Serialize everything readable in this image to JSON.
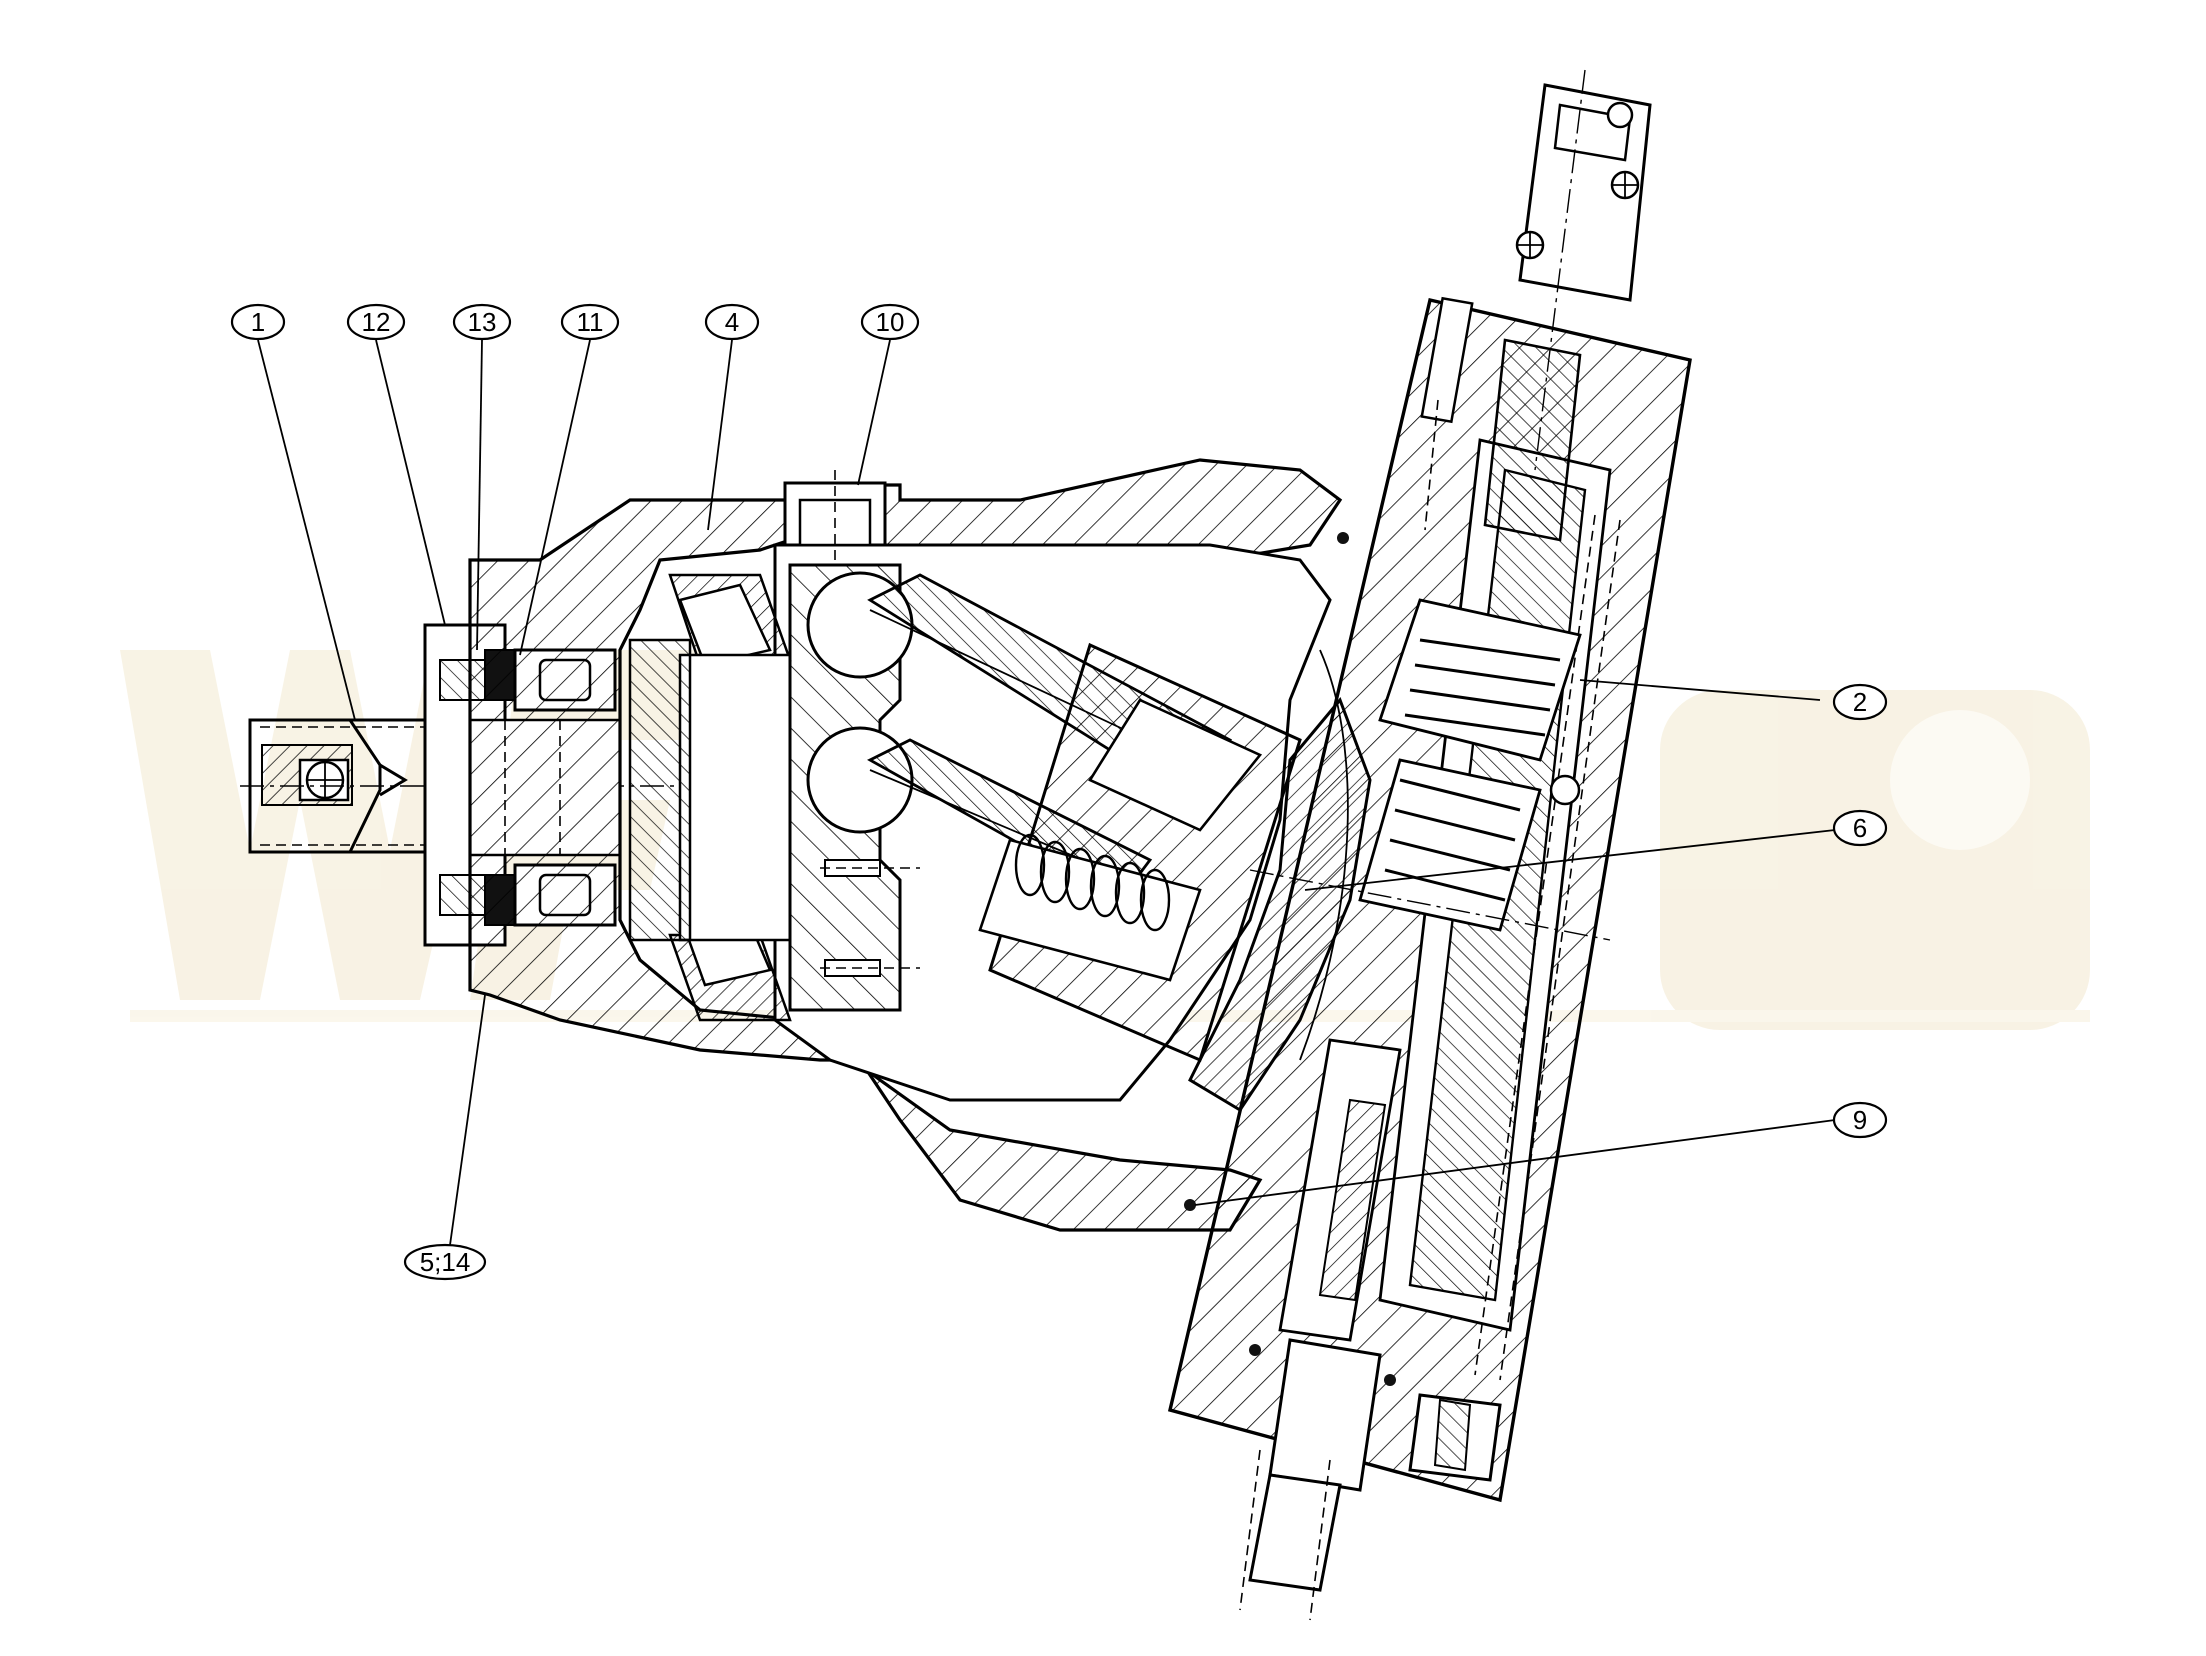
{
  "drawing": {
    "watermark_color": "#f3e9cf",
    "line_color": "#000000",
    "background": "#ffffff"
  },
  "balloons": [
    {
      "id": "b1",
      "label": "1"
    },
    {
      "id": "b12",
      "label": "12"
    },
    {
      "id": "b13",
      "label": "13"
    },
    {
      "id": "b11",
      "label": "11"
    },
    {
      "id": "b4",
      "label": "4"
    },
    {
      "id": "b10",
      "label": "10"
    },
    {
      "id": "b2",
      "label": "2"
    },
    {
      "id": "b6",
      "label": "6"
    },
    {
      "id": "b9",
      "label": "9"
    },
    {
      "id": "b514",
      "label": "5;14"
    }
  ]
}
